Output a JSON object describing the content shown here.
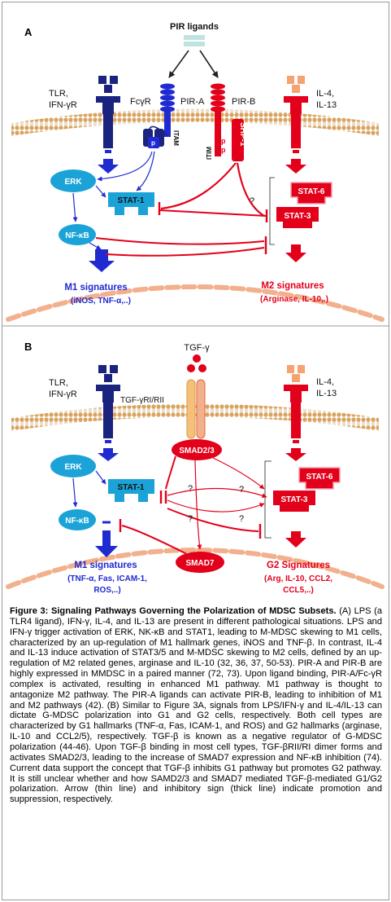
{
  "panel_a": {
    "letter": "A",
    "ligands": "PIR ligands",
    "tlr_receptor": [
      "TLR,",
      "IFN-γR"
    ],
    "fcgr": "FcγR",
    "pir_a": "PIR-A",
    "pir_b": "PIR-B",
    "il_receptor": [
      "IL-4,",
      "IL-13"
    ],
    "itam": "ITAM",
    "itim": "ITIM",
    "p": "p",
    "shp1": "SHP-1",
    "erk": "ERK",
    "stat1": "STAT-1",
    "nfkb": "NF-κB",
    "stat6": "STAT-6",
    "stat3": "STAT-3",
    "question": "?",
    "m1_title": "M1 signatures",
    "m1_detail": "(iNOS, TNF-α,..)",
    "m2_title": "M2 signatures",
    "m2_detail": "(Arginase, IL-10,.)"
  },
  "panel_b": {
    "letter": "B",
    "tgf": "TGF-γ",
    "tlr_receptor": [
      "TLR,",
      "IFN-γR"
    ],
    "tgf_receptor": "TGF-γRI/RII",
    "il_receptor": [
      "IL-4,",
      "IL-13"
    ],
    "smad23": "SMAD2/3",
    "smad7": "SMAD7",
    "erk": "ERK",
    "stat1": "STAT-1",
    "nfkb": "NF-κB",
    "stat6": "STAT-6",
    "stat3": "STAT-3",
    "question": "?",
    "m1_title": "M1 signatures",
    "m1_detail": [
      "(TNF-α, Fas, ICAM-1,",
      "ROS,..)"
    ],
    "g2_title": "G2 Signatures",
    "g2_detail": [
      "(Arg, IL-10, CCL2,",
      "CCL5,..)"
    ]
  },
  "caption": {
    "title": "Figure 3: Signaling Pathways Governing the Polarization of MDSC Subsets.",
    "body": " (A) LPS (a TLR4 ligand), IFN-γ, IL-4, and IL-13 are present in different pathological situations. LPS and IFN-γ trigger activation of ERK, NK-κB and STAT1, leading to M-MDSC skewing to M1 cells, characterized by an up-regulation of M1 hallmark genes, iNOS and TNF-β. In contrast, IL-4 and IL-13 induce activation of STAT3/5 and M-MDSC skewing to M2 cells, defined by an up-regulation of M2 related genes, arginase and IL-10 (32, 36, 37, 50-53). PIR-A and PIR-B are highly expressed in MMDSC in a paired manner (72, 73). Upon ligand binding, PIR-A/Fc-γR complex is activated, resulting in enhanced M1 pathway. M1 pathway is thought to antagonize M2 pathway. The PIR-A ligands can activate PIR-B, leading to inhibition of M1 and M2 pathways (42). (B) Similar to Figure 3A, signals from LPS/IFN-γ and IL-4/IL-13 can dictate G-MDSC polarization into G1 and G2 cells, respectively. Both cell types are characterized by G1 hallmarks (TNF-α, Fas, ICAM-1, and ROS) and G2 hallmarks (arginase, IL-10 and CCL2/5), respectively. TGF-β is known as a negative regulator of G-MDSC polarization (44-46). Upon TGF-β binding in most cell types, TGF-βRII/RI dimer forms and activates SMAD2/3, leading to the increase of SMAD7 expression and NF-κB inhibition (74). Current data support the concept that TGF-β inhibits G1 pathway but promotes G2 pathway. It is still unclear whether and how SAMD2/3 and SMAD7 mediated TGF-β-mediated G1/G2 polarization. Arrow (thin line) and inhibitory sign (thick line) indicate promotion and suppression, respectively."
  },
  "colors": {
    "blue": "#1f2bd0",
    "navy": "#1a237e",
    "cyan": "#1ba3d8",
    "red": "#e3001b",
    "membrane_orange": "#d9a35f",
    "peach": "#f2b08c",
    "ligand_teal": "#bfe3e0"
  }
}
